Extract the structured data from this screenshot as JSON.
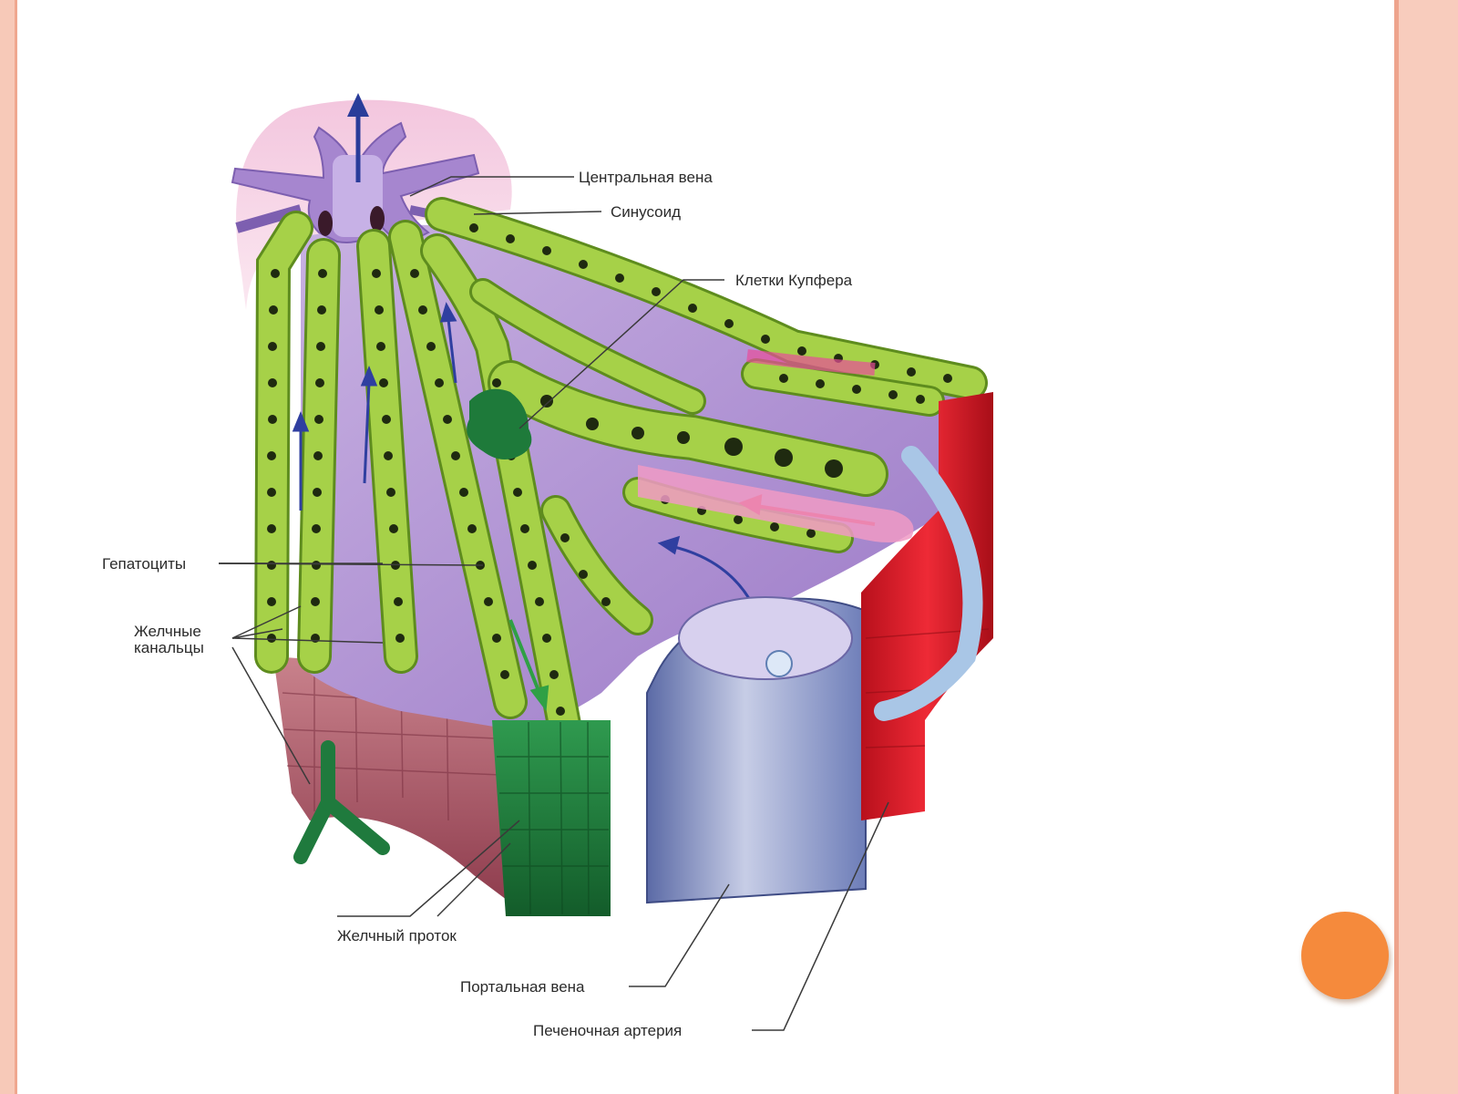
{
  "labels": {
    "central_vein": "Центральная вена",
    "sinusoid": "Синусоид",
    "kupffer_cells": "Клетки Купфера",
    "hepatocytes": "Гепатоциты",
    "bile_canaliculi_1": "Желчные",
    "bile_canaliculi_2": "канальцы",
    "bile_duct": "Желчный проток",
    "portal_vein": "Портальная вена",
    "hepatic_artery": "Печеночная артерия"
  },
  "colors": {
    "frame": "#f7c9b8",
    "accent_dot": "#f58a3c",
    "hepatocyte": "#9ccc3c",
    "sinusoid": "#a98ad0",
    "central_vein": "#a07cc8",
    "bile_duct": "#1f7a3d",
    "portal_vein": "#7f8fc4",
    "hepatic_artery": "#d91b2a"
  }
}
